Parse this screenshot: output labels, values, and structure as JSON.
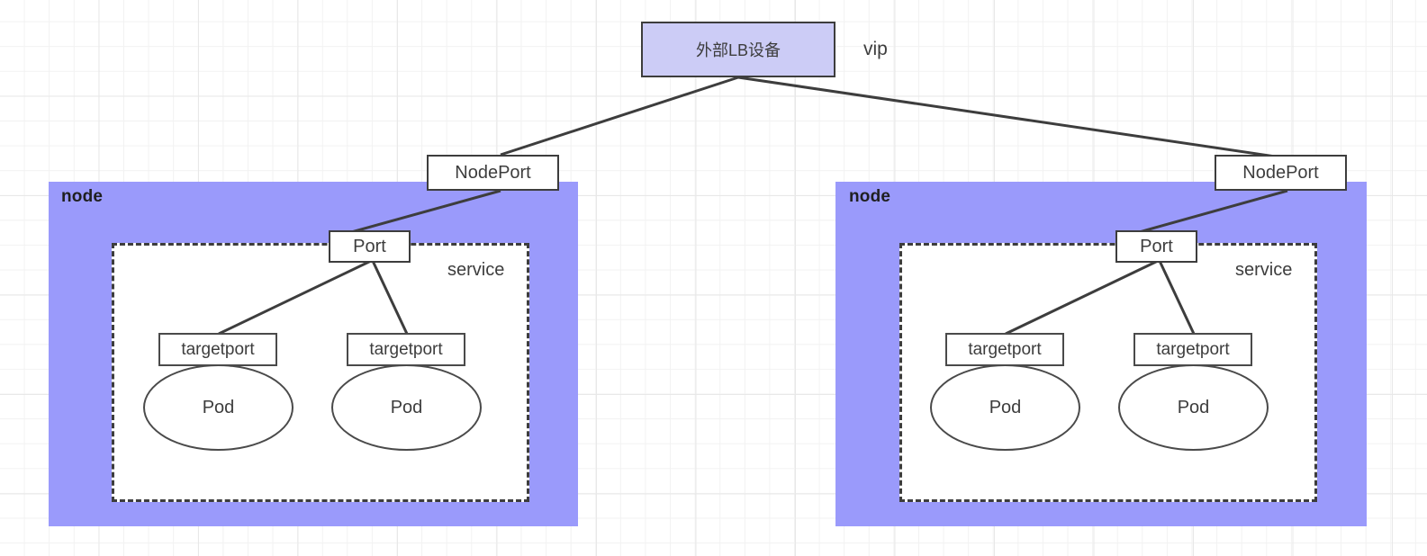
{
  "diagram": {
    "title_box": {
      "label": "外部LB设备",
      "fill": "#ccccf6",
      "stroke": "#3d3d3d"
    },
    "vip_label": "vip",
    "colors": {
      "node_fill": "#9a9afb",
      "lb_fill": "#ccccf6",
      "stroke": "#3d3d3d",
      "grid_minor": "#f2f2f2",
      "grid_major": "#e8e8e8",
      "canvas_bg": "#ffffff"
    },
    "nodes": [
      {
        "id": "node-left",
        "label": "node",
        "service_label": "service",
        "nodeport_label": "NodePort",
        "port_label": "Port",
        "pods": [
          {
            "targetport_label": "targetport",
            "pod_label": "Pod"
          },
          {
            "targetport_label": "targetport",
            "pod_label": "Pod"
          }
        ]
      },
      {
        "id": "node-right",
        "label": "node",
        "service_label": "service",
        "nodeport_label": "NodePort",
        "port_label": "Port",
        "pods": [
          {
            "targetport_label": "targetport",
            "pod_label": "Pod"
          },
          {
            "targetport_label": "targetport",
            "pod_label": "Pod"
          }
        ]
      }
    ]
  }
}
